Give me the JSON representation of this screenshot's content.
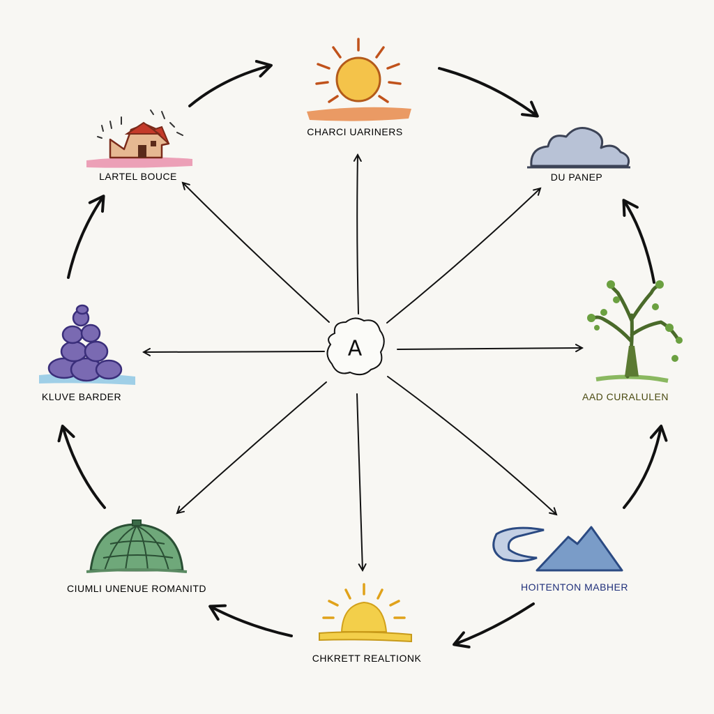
{
  "center": {
    "label": "A"
  },
  "nodes": [
    {
      "id": "sun-top",
      "label": "CHARCI UARINERS",
      "icon": "rising-sun-icon",
      "color": "#222222"
    },
    {
      "id": "cloud",
      "label": "DU PANEP",
      "icon": "cloud-icon",
      "color": "#222222"
    },
    {
      "id": "tree",
      "label": "AAD CURALULEN",
      "icon": "tree-icon",
      "color": "#4a4a10"
    },
    {
      "id": "mountain",
      "label": "HOITENTON MABHER",
      "icon": "mountain-wave-icon",
      "color": "#1f2f7a"
    },
    {
      "id": "sun-bottom",
      "label": "CHKRETT REALTIONK",
      "icon": "setting-sun-icon",
      "color": "#222222"
    },
    {
      "id": "dome",
      "label": "CIUMLI UNENUE ROMANITD",
      "icon": "dome-icon",
      "color": "#222222"
    },
    {
      "id": "rocks",
      "label": "KLUVE BARDER",
      "icon": "rock-pile-icon",
      "color": "#222222"
    },
    {
      "id": "house",
      "label": "LARTEL BOUCE",
      "icon": "house-icon",
      "color": "#222222"
    }
  ]
}
